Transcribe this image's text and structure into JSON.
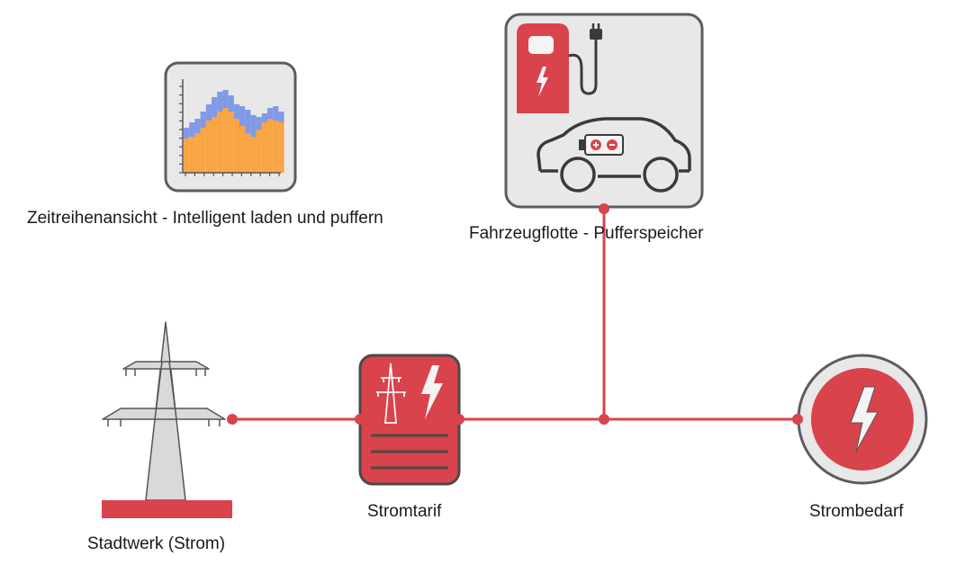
{
  "colors": {
    "accent": "#d9434b",
    "tile_fill": "#e8e8e8",
    "tile_stroke": "#5c5c5c",
    "chart_blue": "#7f9ae6",
    "chart_orange": "#f9a544"
  },
  "nodes": {
    "timeseries": {
      "label": "Zeitreihenansicht - Intelligent laden und puffern",
      "icon": "chart-icon"
    },
    "fleet": {
      "label": "Fahrzeugflotte - Pufferspeicher",
      "icon": "ev-charging-icon"
    },
    "grid": {
      "label": "Stadtwerk (Strom)",
      "icon": "power-pylon-icon"
    },
    "tariff": {
      "label": "Stromtarif",
      "icon": "tariff-icon"
    },
    "demand": {
      "label": "Strombedarf",
      "icon": "lightning-icon"
    }
  }
}
